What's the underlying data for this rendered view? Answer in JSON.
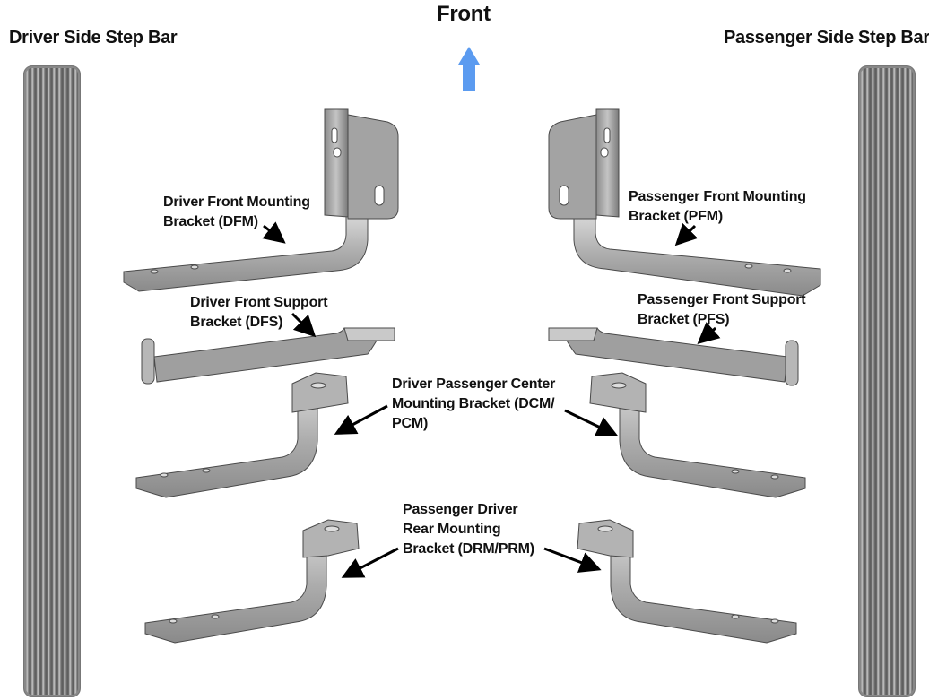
{
  "header": {
    "front_label": "Front",
    "driver_side_title": "Driver Side Step Bar",
    "passenger_side_title": "Passenger Side Step Bar"
  },
  "direction_arrow": {
    "icon": "arrow-up-icon",
    "color": "#5b9bf0"
  },
  "labels": {
    "dfm": {
      "line1": "Driver Front Mounting",
      "line2": "Bracket (DFM)"
    },
    "pfm": {
      "line1": "Passenger Front Mounting",
      "line2": "Bracket (PFM)"
    },
    "dfs": {
      "line1": "Driver Front Support",
      "line2": "Bracket (DFS)"
    },
    "pfs": {
      "line1": "Passenger Front Support",
      "line2": "Bracket (PFS)"
    },
    "center": {
      "line1": "Driver Passenger Center",
      "line2": "Mounting Bracket (DCM/",
      "line3": "PCM)"
    },
    "rear": {
      "line1": "Passenger Driver",
      "line2": "Rear Mounting",
      "line3": "Bracket (DRM/PRM)"
    }
  },
  "colors": {
    "part_fill": "#a9a9a9",
    "part_light": "#cfcfcf",
    "part_dark": "#7d7d7d",
    "outline": "#4a4a4a",
    "leader": "#000000"
  }
}
